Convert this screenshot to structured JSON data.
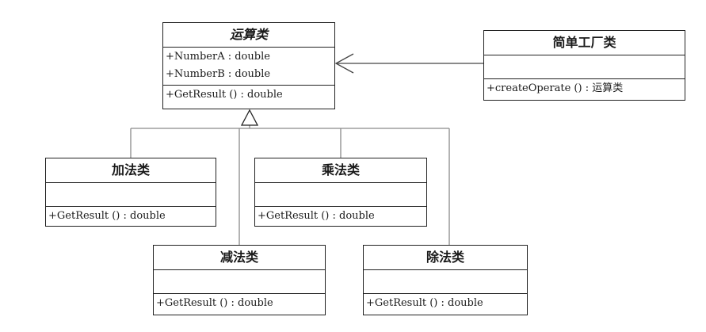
{
  "colors": {
    "line": "#222222",
    "connector": "#8a8a8a",
    "background": "#ffffff"
  },
  "classes": {
    "operation": {
      "name": "运算类",
      "abstract": true,
      "attributes": [
        "+NumberA  : double",
        "+NumberB  : double"
      ],
      "methods": [
        "+GetResult () : double"
      ]
    },
    "factory": {
      "name": "简单工厂类",
      "attributes": [],
      "methods": [
        "+createOperate () : 运算类"
      ]
    },
    "add": {
      "name": "加法类",
      "attributes": [],
      "methods": [
        "+GetResult () : double"
      ]
    },
    "multiply": {
      "name": "乘法类",
      "attributes": [],
      "methods": [
        "+GetResult () : double"
      ]
    },
    "subtract": {
      "name": "减法类",
      "attributes": [],
      "methods": [
        "+GetResult () : double"
      ]
    },
    "divide": {
      "name": "除法类",
      "attributes": [],
      "methods": [
        "+GetResult () : double"
      ]
    }
  },
  "relations": [
    {
      "type": "dependency",
      "from": "factory",
      "to": "operation"
    },
    {
      "type": "inheritance",
      "from": "add",
      "to": "operation"
    },
    {
      "type": "inheritance",
      "from": "multiply",
      "to": "operation"
    },
    {
      "type": "inheritance",
      "from": "subtract",
      "to": "operation"
    },
    {
      "type": "inheritance",
      "from": "divide",
      "to": "operation"
    }
  ]
}
